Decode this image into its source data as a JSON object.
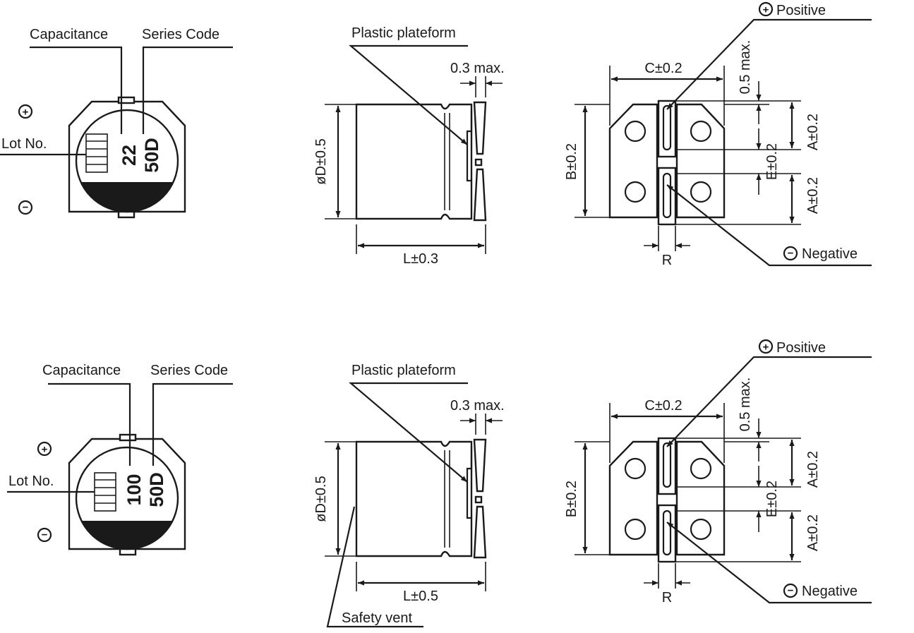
{
  "colors": {
    "ink": "#1a1a1a",
    "background": "#ffffff"
  },
  "diagrams": [
    {
      "top_view": {
        "capacitance_label": "Capacitance",
        "series_code_label": "Series Code",
        "lot_label": "Lot No.",
        "capacitance_mark": "22",
        "series_mark": "50D",
        "plus_symbol": "+",
        "minus_symbol": "−"
      },
      "side_view": {
        "plastic_label": "Plastic plateform",
        "gap_label": "0.3 max.",
        "diameter_label": "øD±0.5",
        "length_label": "L±0.3",
        "vent_label": ""
      },
      "pad_view": {
        "positive_label": "Positive",
        "negative_label": "Negative",
        "c_label": "C±0.2",
        "b_label": "B±0.2",
        "a_top_label": "A±0.2",
        "a_bottom_label": "A±0.2",
        "e_label": "E±0.2",
        "max_label": "0.5 max.",
        "r_label": "R"
      }
    },
    {
      "top_view": {
        "capacitance_label": "Capacitance",
        "series_code_label": "Series Code",
        "lot_label": "Lot No.",
        "capacitance_mark": "100",
        "series_mark": "50D",
        "plus_symbol": "+",
        "minus_symbol": "−"
      },
      "side_view": {
        "plastic_label": "Plastic plateform",
        "gap_label": "0.3 max.",
        "diameter_label": "øD±0.5",
        "length_label": "L±0.5",
        "vent_label": "Safety vent"
      },
      "pad_view": {
        "positive_label": "Positive",
        "negative_label": "Negative",
        "c_label": "C±0.2",
        "b_label": "B±0.2",
        "a_top_label": "A±0.2",
        "a_bottom_label": "A±0.2",
        "e_label": "E±0.2",
        "max_label": "0.5 max.",
        "r_label": "R"
      }
    }
  ]
}
